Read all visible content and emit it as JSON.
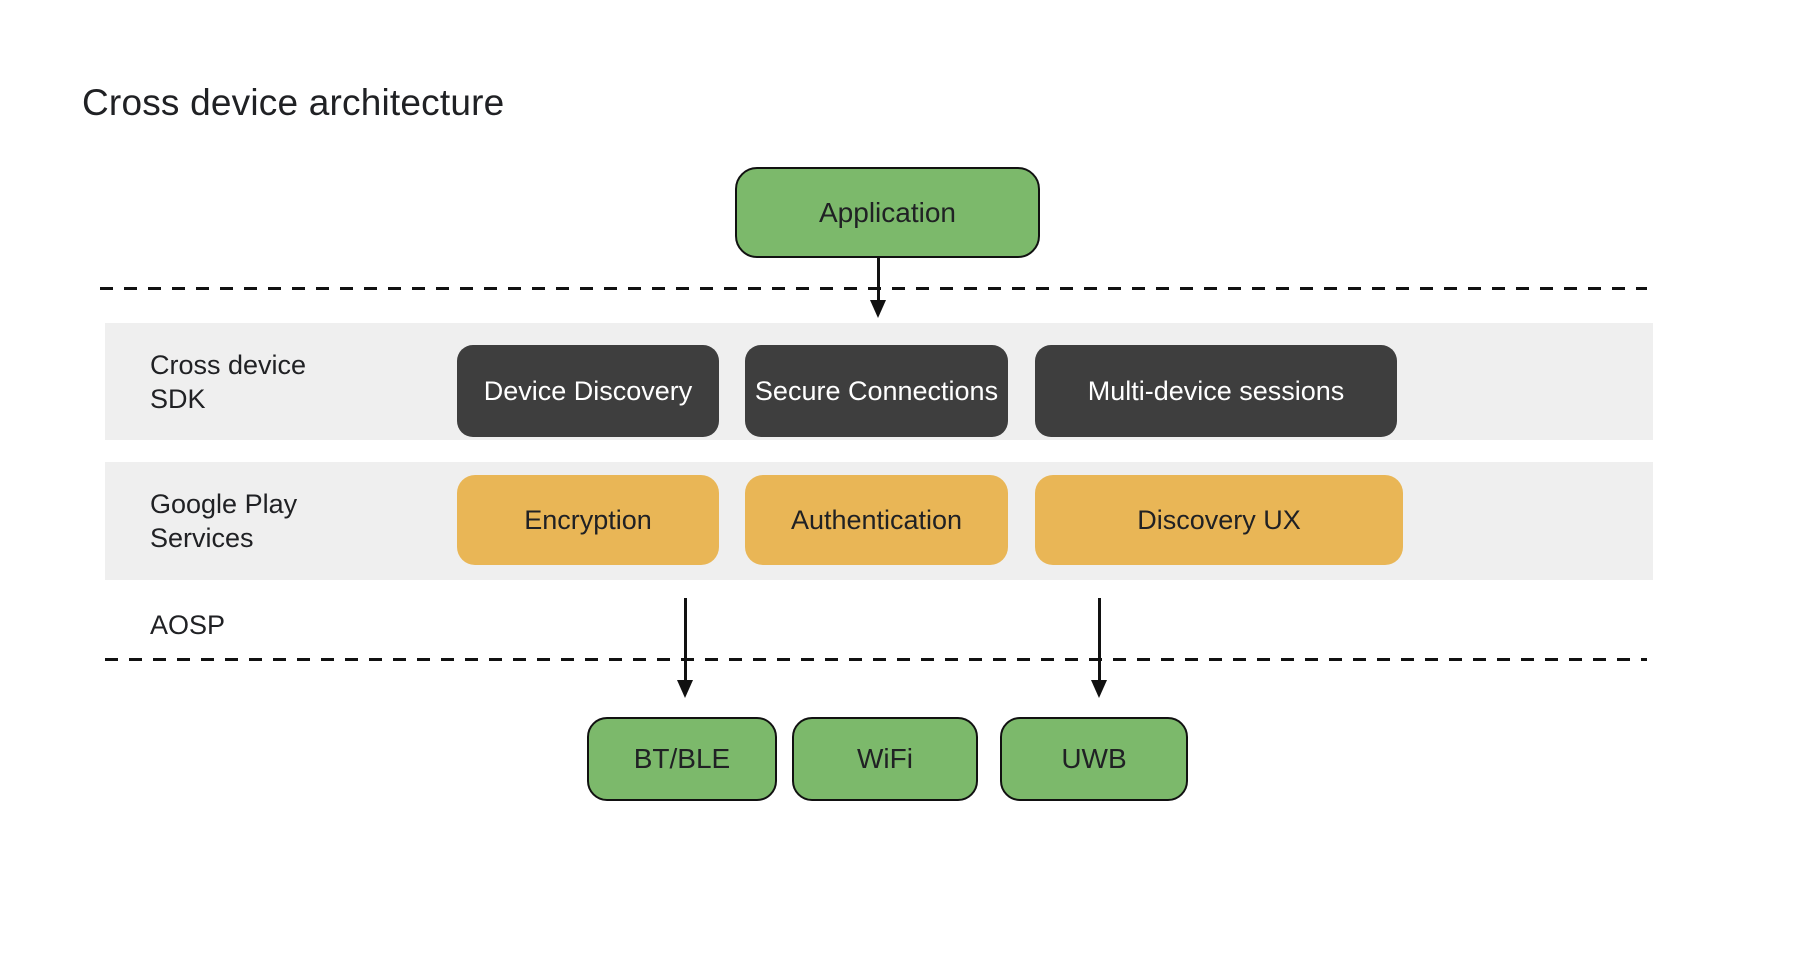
{
  "title": "Cross device architecture",
  "colors": {
    "green": "#7CB96B",
    "yellow": "#E9B656",
    "dark": "#3E3E3E",
    "band": "#EFEFEF",
    "text_dark": "#202124",
    "text_light": "#FFFFFF",
    "line": "#111111",
    "bg": "#FFFFFF"
  },
  "diagram": {
    "application": "Application",
    "layers": {
      "sdk": {
        "label": "Cross device SDK",
        "boxes": {
          "device_discovery": "Device Discovery",
          "secure_connections": "Secure Connections",
          "multi_device_sessions": "Multi-device sessions"
        }
      },
      "gps": {
        "label": "Google Play Services",
        "boxes": {
          "encryption": "Encryption",
          "authentication": "Authentication",
          "discovery_ux": "Discovery UX"
        }
      },
      "aosp": {
        "label": "AOSP"
      }
    },
    "transports": {
      "bt_ble": "BT/BLE",
      "wifi": "WiFi",
      "uwb": "UWB"
    }
  }
}
